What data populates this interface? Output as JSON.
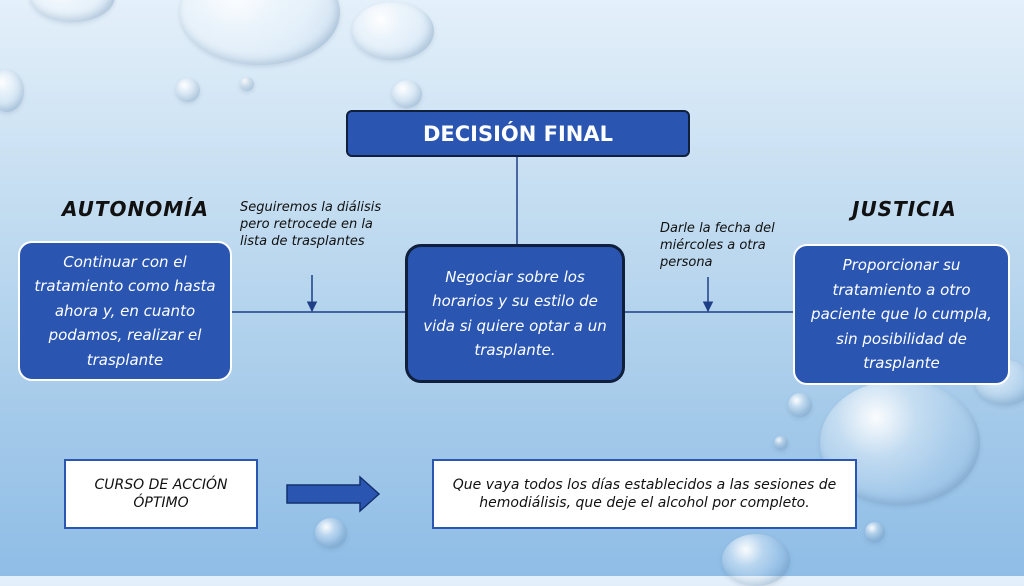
{
  "title": "DECISIÓN FINAL",
  "left": {
    "heading": "AUTONOMÍA",
    "box": "Continuar con el tratamiento como hasta ahora y, en cuanto podamos, realizar el trasplante",
    "note": "Seguiremos la diálisis pero retrocede en la lista de trasplantes"
  },
  "center": {
    "box": "Negociar sobre los horarios y su estilo de vida si quiere optar a un trasplante."
  },
  "right": {
    "heading": "JUSTICIA",
    "box": "Proporcionar su tratamiento a otro paciente que lo cumpla, sin posibilidad de trasplante",
    "note": "Darle la fecha del miércoles a otra persona"
  },
  "bottom": {
    "label": "CURSO DE ACCIÓN ÓPTIMO",
    "result": "Que vaya todos los días establecidos a las sesiones de hemodiálisis, que deje el alcohol por completo."
  },
  "colors": {
    "box_fill": "#2a56b2",
    "box_border": "#0f1f3c",
    "connector": "#1f3f86"
  },
  "icons": [
    "arrow-right-icon"
  ]
}
